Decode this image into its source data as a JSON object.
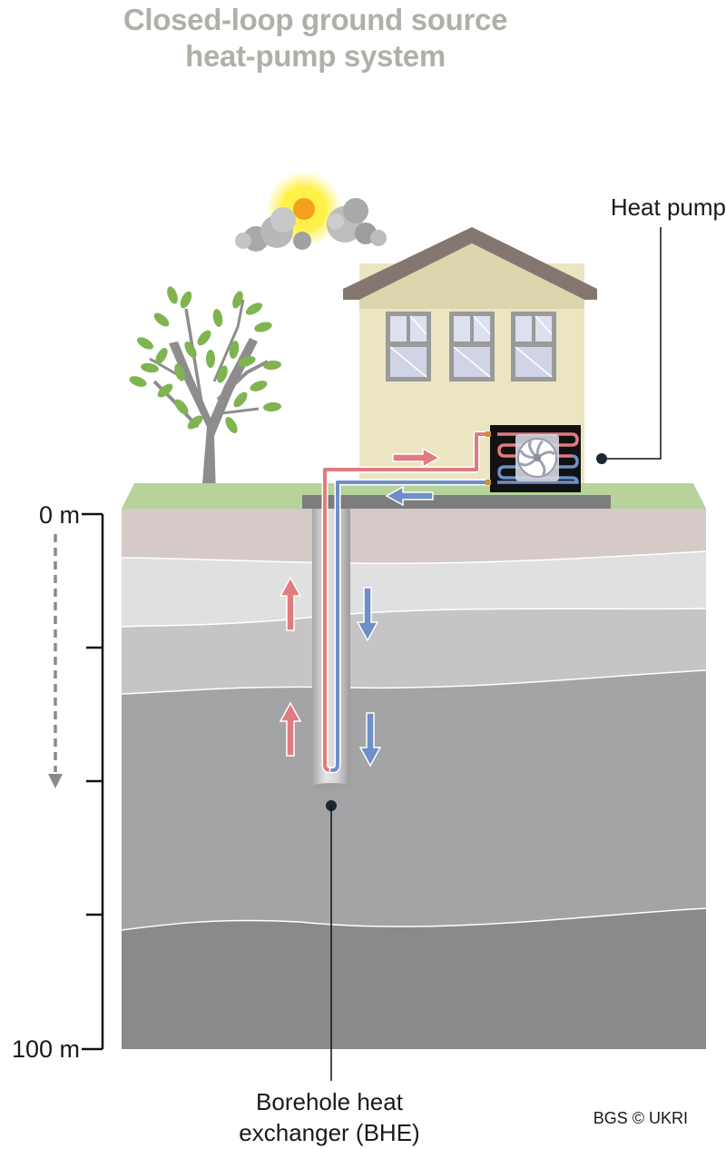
{
  "title": {
    "line1": "Closed-loop ground source",
    "line2": "heat-pump system"
  },
  "labels": {
    "heat_pump": "Heat pump",
    "bhe_line1": "Borehole heat",
    "bhe_line2": "exchanger (BHE)",
    "depth_top": "0 m",
    "depth_bottom": "100 m",
    "credit": "BGS © UKRI"
  },
  "colors": {
    "warm_flow": "#e07b7f",
    "cool_flow": "#6f8fc8",
    "grass": "#b5d39b",
    "house_wall": "#ebe5c2",
    "roof": "#867670"
  }
}
